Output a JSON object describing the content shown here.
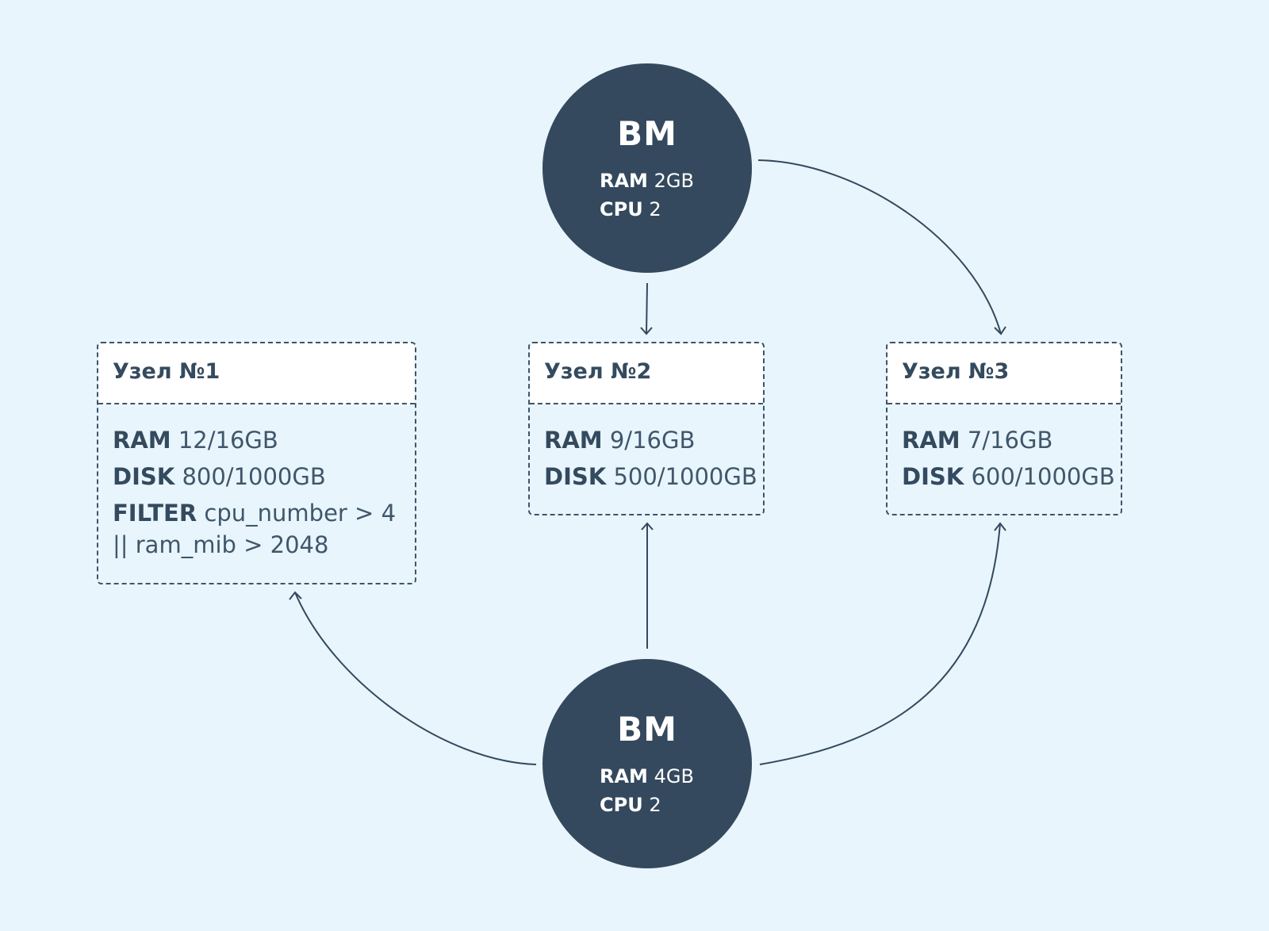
{
  "vms": [
    {
      "title": "ВМ",
      "ram_label": "RAM",
      "ram_value": "2GB",
      "cpu_label": "CPU",
      "cpu_value": "2"
    },
    {
      "title": "ВМ",
      "ram_label": "RAM",
      "ram_value": "4GB",
      "cpu_label": "CPU",
      "cpu_value": "2"
    }
  ],
  "nodes": [
    {
      "title": "Узел №1",
      "ram_label": "RAM",
      "ram_value": "12/16GB",
      "disk_label": "DISK",
      "disk_value": "800/1000GB",
      "filter_label": "FILTER",
      "filter_value": "cpu_number > 4 || ram_mib > 2048"
    },
    {
      "title": "Узел №2",
      "ram_label": "RAM",
      "ram_value": "9/16GB",
      "disk_label": "DISK",
      "disk_value": "500/1000GB"
    },
    {
      "title": "Узел №3",
      "ram_label": "RAM",
      "ram_value": "7/16GB",
      "disk_label": "DISK",
      "disk_value": "600/1000GB"
    }
  ],
  "colors": {
    "background": "#e8f5fd",
    "vm_fill": "#34495d",
    "node_header_fill": "#ffffff",
    "text": "#344a5e",
    "edge": "#34495d"
  }
}
